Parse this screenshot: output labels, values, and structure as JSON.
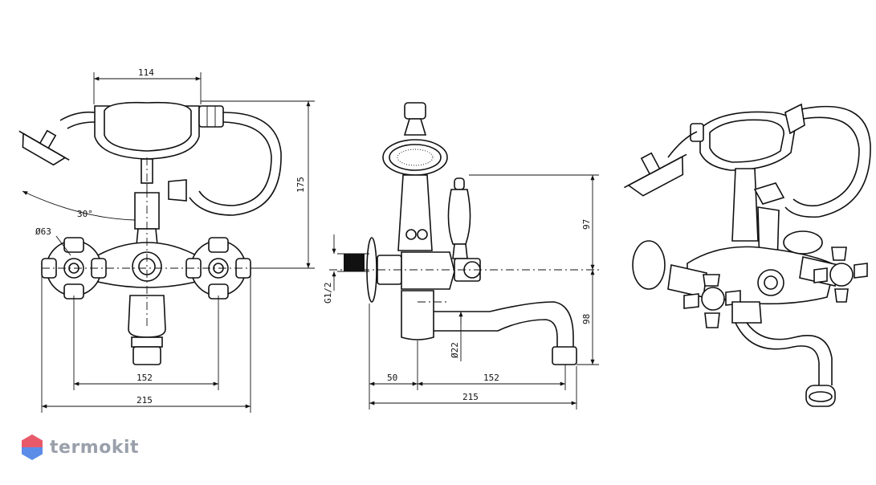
{
  "front_view": {
    "dim_top": "114",
    "dim_height": "175",
    "dim_angle": "30°",
    "dim_diameter": "Ø63",
    "dim_centers": "152",
    "dim_total": "215"
  },
  "side_view": {
    "dim_upper": "97",
    "dim_lower": "98",
    "dim_thread": "G1/2",
    "dim_spout": "Ø22",
    "dim_offset": "50",
    "dim_centers": "152",
    "dim_total": "215"
  },
  "brand": {
    "name": "termokit",
    "color_logo_top": "#e85a6a",
    "color_logo_bottom": "#5b8de8"
  }
}
